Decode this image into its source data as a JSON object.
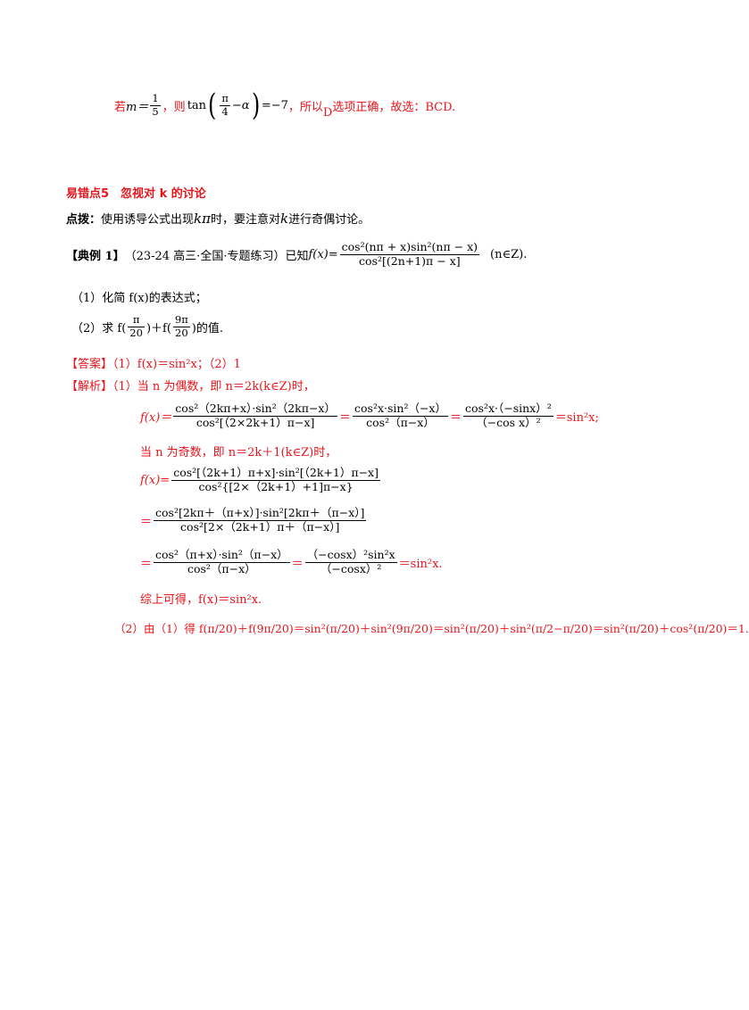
{
  "top": {
    "prefix": "若",
    "m_expr": "m＝",
    "m_num": "1",
    "m_den": "5",
    "then": "，则",
    "tan": "tan",
    "frac_num": "π",
    "frac_den": "4",
    "minus_alpha": "−α",
    "result": "=−7",
    "so": "，所以",
    "opt_d": "D",
    "conclusion": "选项正确，故选：BCD."
  },
  "section": {
    "title": "易错点5　忽视对 k 的讨论",
    "hint_label": "点拨：",
    "hint_a": "使用诱导公式出现",
    "hint_kpi": "kπ",
    "hint_b": "时，要注意对",
    "hint_k": "k",
    "hint_c": "进行奇偶讨论。"
  },
  "example": {
    "label": "【典例 1】",
    "source": "（23-24 高三·全国·专题练习）已知",
    "fx": "f(x)=",
    "num": "cos²(nπ + x)sin²(nπ − x)",
    "den": "cos²[(2n+1)π − x]",
    "cond": "(n∈Z).",
    "q1": "（1）化简 f(x)的表达式；",
    "q2_a": "（2）求 f(",
    "q2_n1": "π",
    "q2_d1": "20",
    "q2_b": ")＋f(",
    "q2_n2": "9π",
    "q2_d2": "20",
    "q2_c": ")的值."
  },
  "answer": {
    "label": "【答案】",
    "text": "（1）f(x)＝sin²x；（2）1"
  },
  "analysis": {
    "label": "【解析】",
    "intro": "（1）当 n 为偶数，即 n＝2k(k∈Z)时，",
    "e1_lhs": "f(x)＝",
    "e1_num": "cos²（2kπ+x）·sin²（2kπ−x）",
    "e1_den": "cos²[（2×2k+1）π−x]",
    "e1_n2": "cos²x·sin²（−x）",
    "e1_d2": "cos²（π−x）",
    "e1_n3": "cos²x·（−sinx）²",
    "e1_d3": "（−cos x）²",
    "e1_end": "＝sin²x;",
    "odd": "当 n 为奇数，即 n＝2k＋1(k∈Z)时，",
    "e2_lhs": "f(x)=",
    "e2_num": "cos²[（2k+1）π+x]·sin²[（2k+1）π−x]",
    "e2_den": "cos²{[2×（2k+1）+1]π−x}",
    "e3_num": "cos²[2kπ＋（π+x）]·sin²[2kπ＋（π−x）]",
    "e3_den": "cos²[2×（2k+1）π＋（π−x）]",
    "e4_num": "cos²（π+x）·sin²（π−x）",
    "e4_den": "cos²（π−x）",
    "e4_n2": "（−cosx）²sin²x",
    "e4_d2": "（−cosx）²",
    "e4_end": "＝sin²x.",
    "summary": "综上可得，f(x)＝sin²x.",
    "p2": "（2）由（1）得 f(π/20)＋f(9π/20)＝sin²(π/20)＋sin²(9π/20)＝sin²(π/20)＋sin²(π/2−π/20)＝sin²(π/20)＋cos²(π/20)＝1."
  }
}
